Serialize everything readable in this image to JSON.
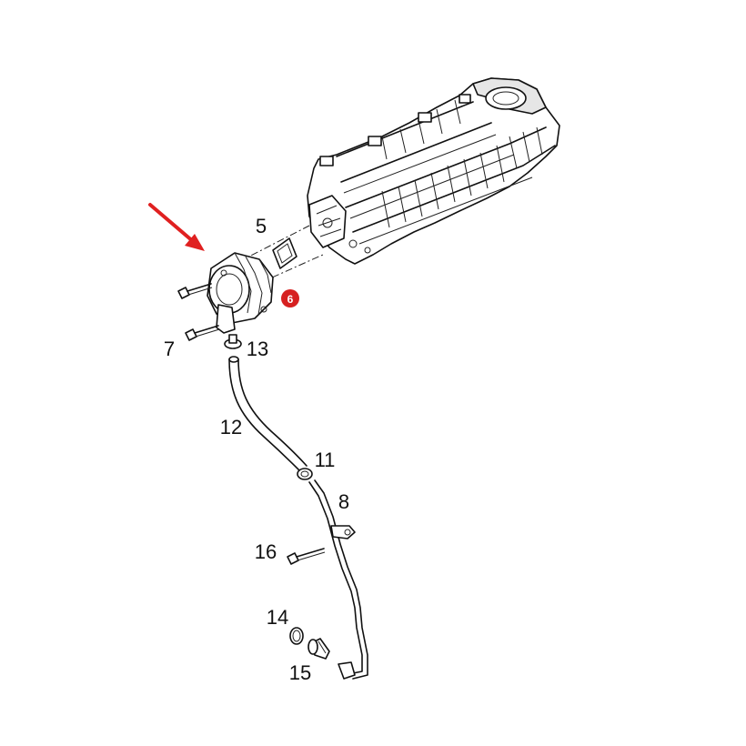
{
  "callouts": {
    "c5": "5",
    "c6": "6",
    "c7": "7",
    "c8": "8",
    "c11": "11",
    "c12": "12",
    "c13": "13",
    "c14": "14",
    "c15": "15",
    "c16": "16"
  },
  "colors": {
    "arrow": "#e02020",
    "badge": "#d62020",
    "line": "#111111"
  },
  "icons": {
    "pointer": "red-arrow-icon"
  }
}
